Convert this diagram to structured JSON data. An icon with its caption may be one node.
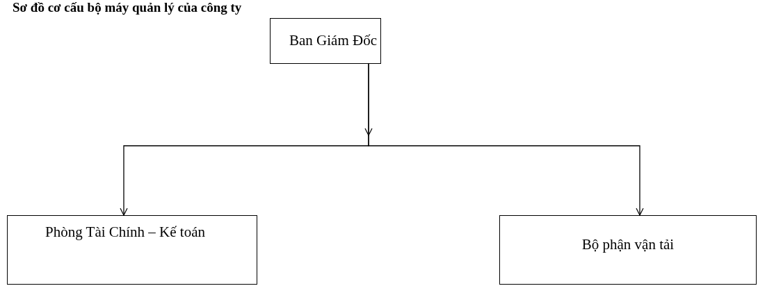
{
  "diagram": {
    "title": "Sơ đồ cơ cấu bộ máy quản lý của công ty",
    "nodes": [
      {
        "text": [
          "Ban Giám Đốc"
        ]
      },
      {
        "text": [
          "Phòng Tài Chính – Kế toán"
        ]
      },
      {
        "text": [
          "Bộ phận vận tải"
        ]
      }
    ],
    "edges": [
      {
        "from": 0,
        "to": 1,
        "arrow": "to"
      },
      {
        "from": 0,
        "to": 2,
        "arrow": "to"
      }
    ]
  }
}
